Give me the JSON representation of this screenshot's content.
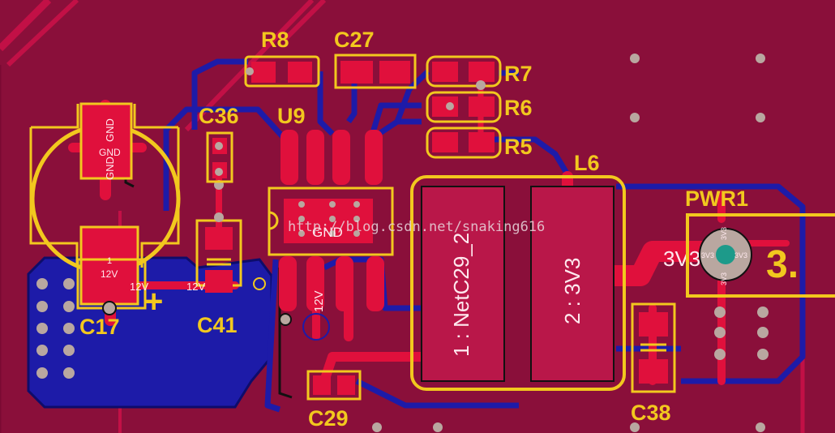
{
  "colors": {
    "board": "#8a0f3a",
    "copper": "#e0103c",
    "copper_bright": "#ff1f48",
    "bottom_layer": "#1d1ba8",
    "silkscreen": "#f2c81e",
    "via": "#b9a7a0"
  },
  "designators": {
    "r8": "R8",
    "c27": "C27",
    "r7": "R7",
    "r6": "R6",
    "r5": "R5",
    "c36": "C36",
    "u9": "U9",
    "l6": "L6",
    "pwr1": "PWR1",
    "c17": "C17",
    "c41": "C41",
    "c29": "C29",
    "c38": "C38",
    "pwr1_pin_label": "3."
  },
  "net_labels": {
    "gnd_vertical_1": "GND",
    "gnd_vertical_2": "GND",
    "gnd_small_1": "GND",
    "gnd_small_2": "GND",
    "gnd_u9": "GND",
    "c17_pin": "1",
    "c17_net": "12V",
    "c17_trace": "12V",
    "c41_trace": "12V",
    "vertical_12v": "12V",
    "l6_pad1": "1 : NetC29_2",
    "l6_pad2": "2 : 3V3",
    "trace_3v3": "3V3",
    "pwr1_pad_1": "3V3",
    "pwr1_pad_2": "3V3",
    "pwr1_pad_3": "3V3",
    "pwr1_pad_4": "3V3"
  },
  "watermark": "http://blog.csdn.net/snaking616",
  "polarity_mark": "+"
}
